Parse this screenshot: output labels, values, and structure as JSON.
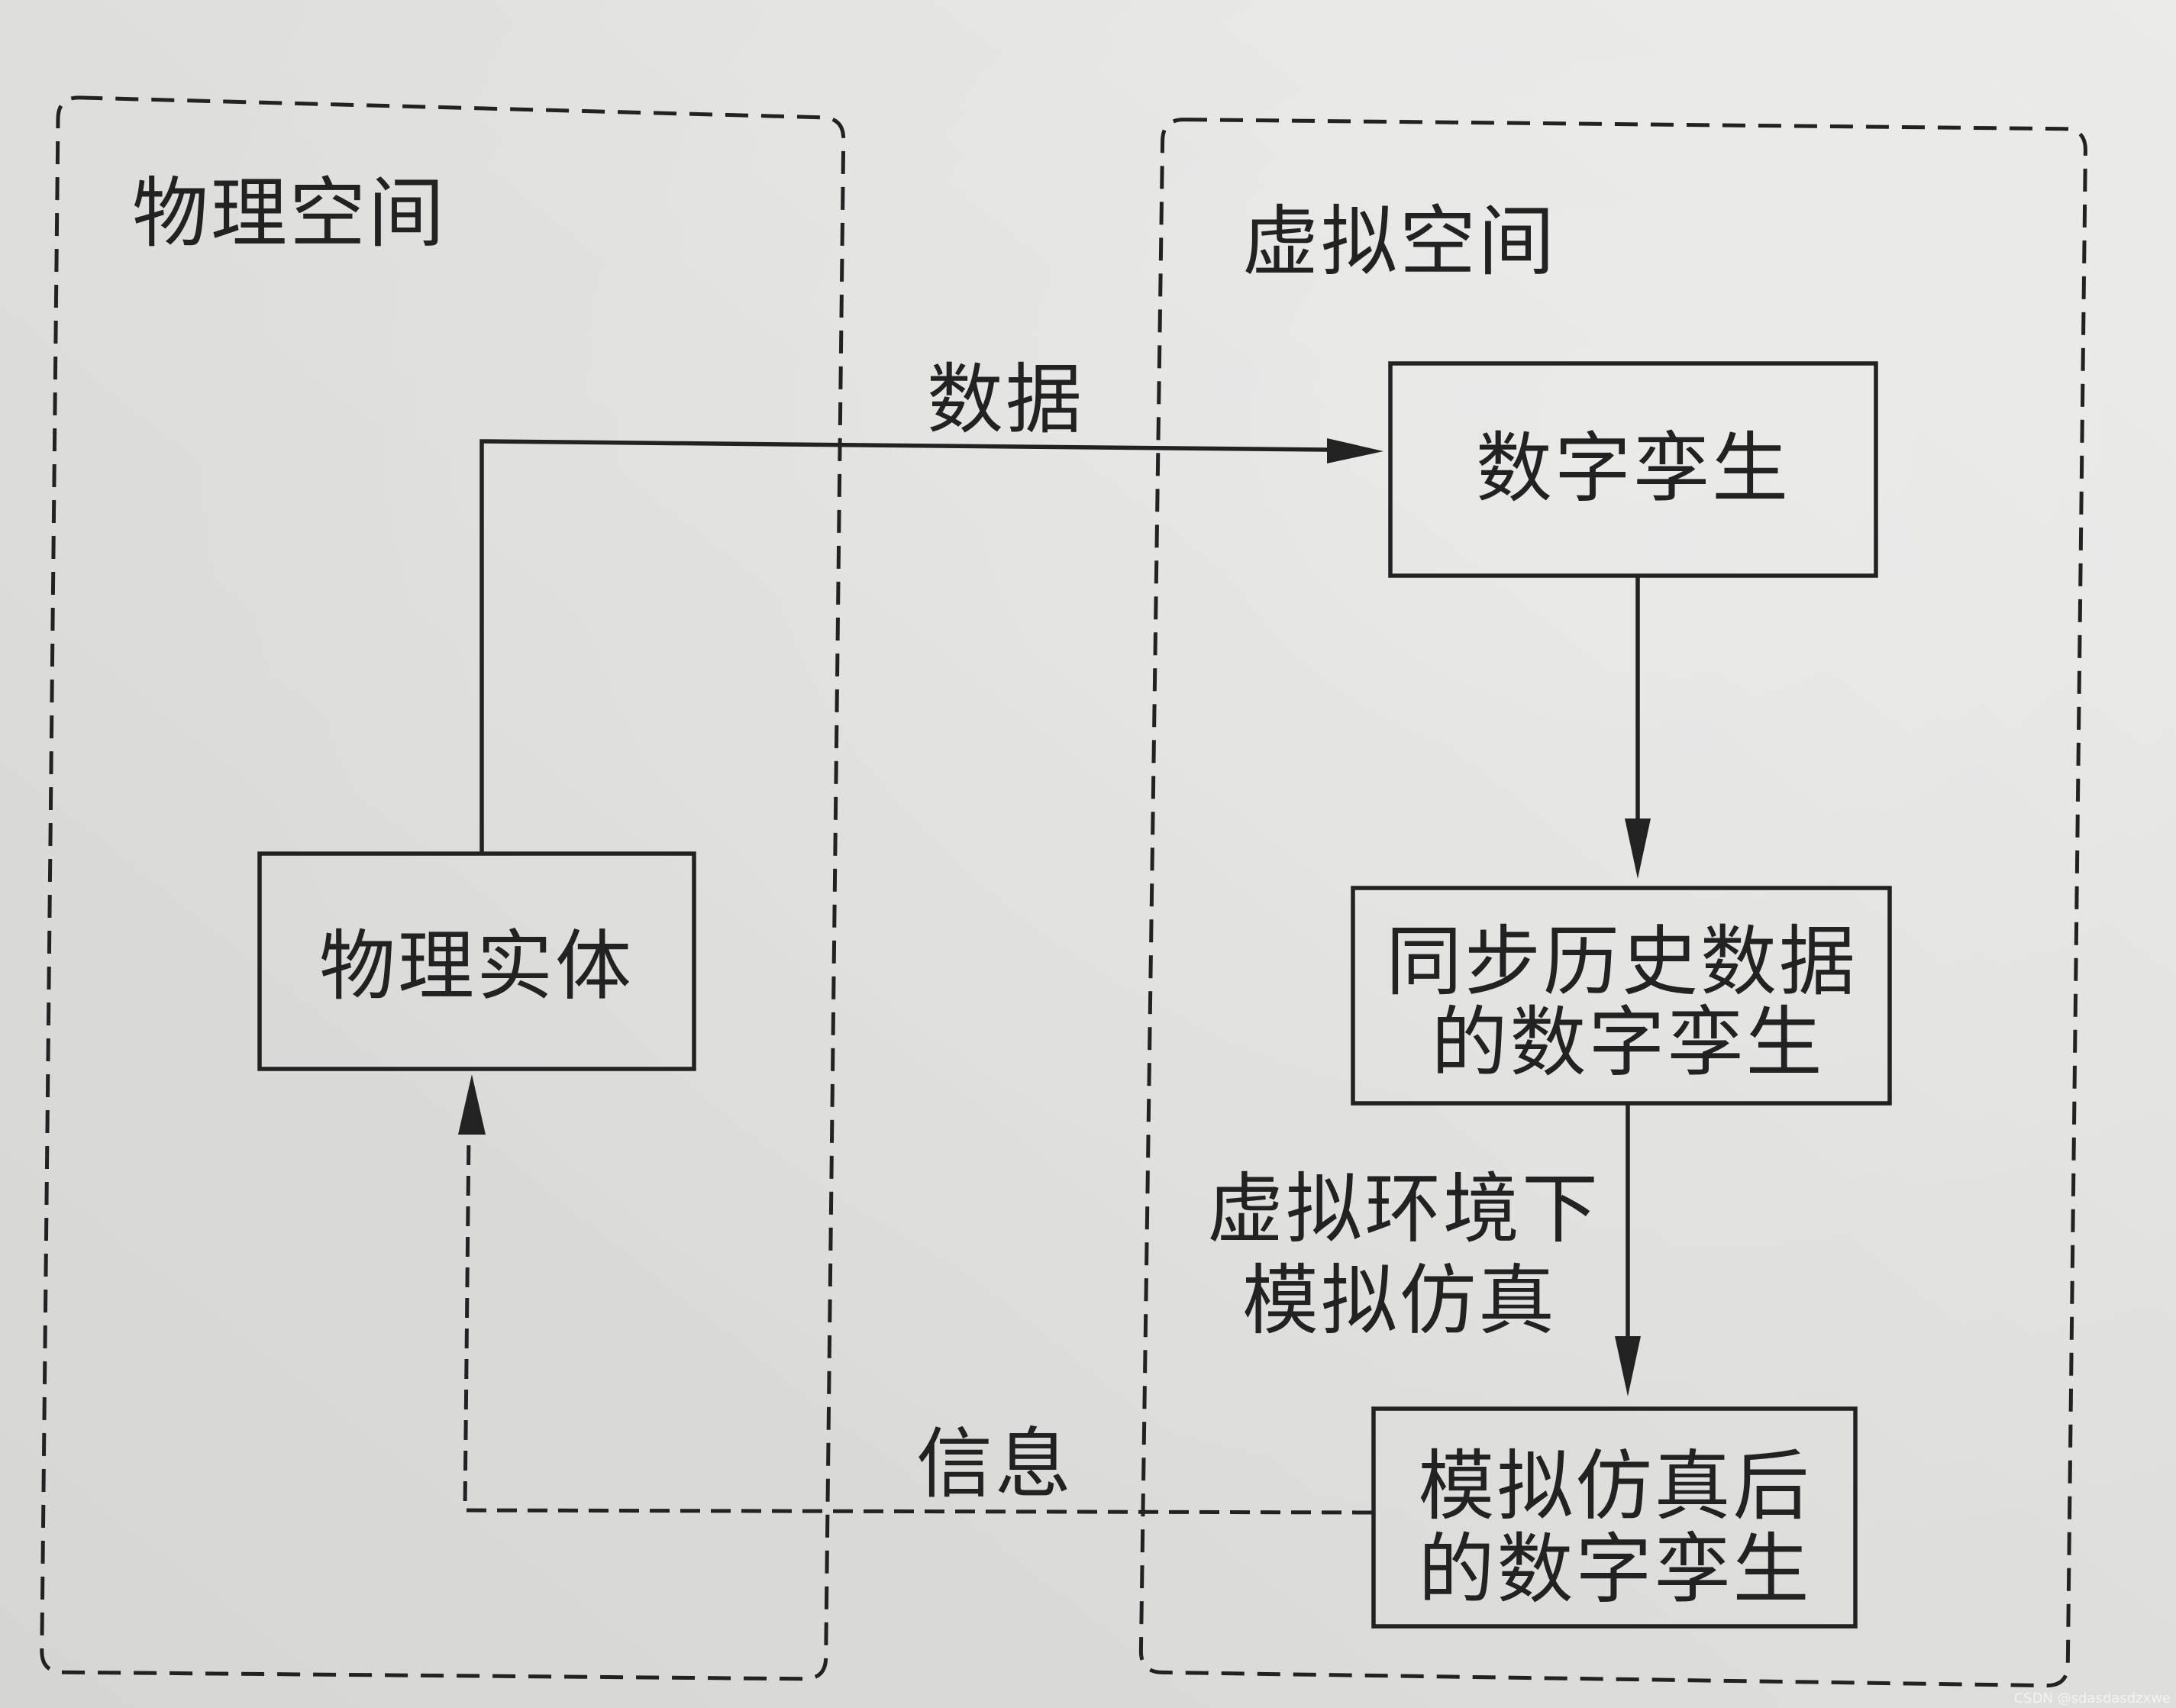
{
  "regions": {
    "physical": {
      "label": "物理空间"
    },
    "virtual": {
      "label": "虚拟空间"
    }
  },
  "nodes": {
    "physical_entity": {
      "label": "物理实体"
    },
    "digital_twin": {
      "label": "数字孪生"
    },
    "synced_twin": {
      "lines": [
        "同步历史数据",
        "的数字孪生"
      ]
    },
    "simulated_twin": {
      "lines": [
        "模拟仿真后",
        "的数字孪生"
      ]
    }
  },
  "edges": {
    "data": {
      "label": "数据"
    },
    "simulation": {
      "lines": [
        "虚拟环境下",
        "模拟仿真"
      ]
    },
    "info": {
      "label": "信息"
    }
  },
  "watermark": "CSDN @sdasdasdzxwe",
  "colors": {
    "ink": "#222222",
    "paper": "#e0e0de"
  }
}
